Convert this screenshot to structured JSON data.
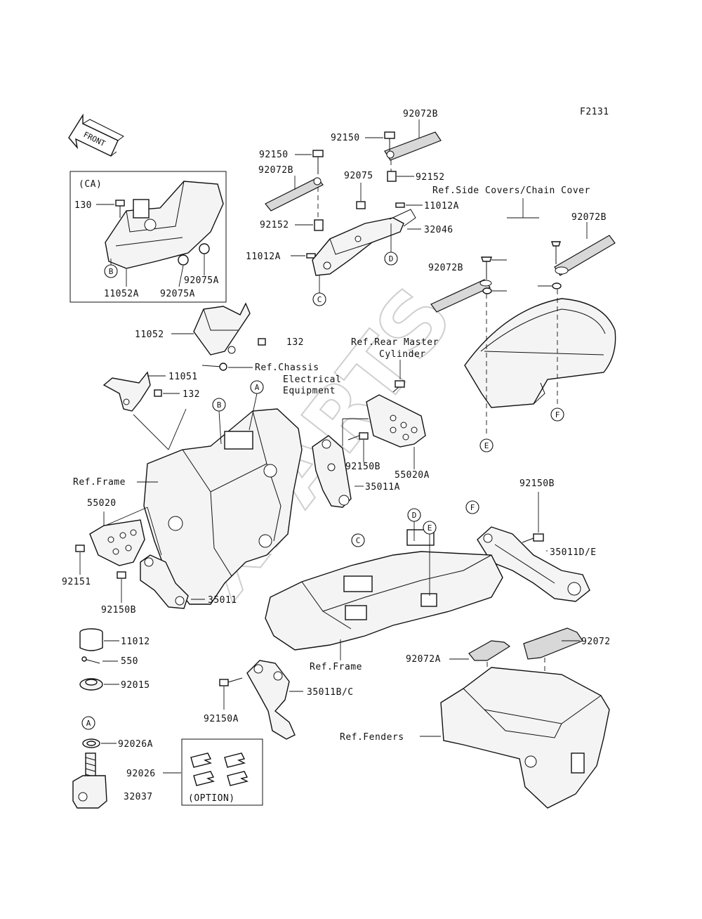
{
  "figure_id": "F2131",
  "watermark": "XPARTS",
  "front_arrow": "FRONT",
  "labels": {
    "ca": "(CA)",
    "p130": "130",
    "p11052A": "11052A",
    "p92075A_1": "92075A",
    "p92075A_2": "92075A",
    "p92150_top": "92150",
    "p92072B_top": "92072B",
    "p92150_left": "92150",
    "p92072B_left": "92072B",
    "p92075": "92075",
    "p92152_top": "92152",
    "p92152_left": "92152",
    "p11012A_left": "11012A",
    "p11012A_right": "11012A",
    "p32046": "32046",
    "ref_side_covers": "Ref.Side Covers/Chain Cover",
    "p92072B_right": "92072B",
    "p92072B_mid": "92072B",
    "p11052": "11052",
    "p132_top": "132",
    "ref_rear_master": "Ref.Rear Master",
    "cylinder": "Cylinder",
    "p11051": "11051",
    "ref_chassis": "Ref.Chassis",
    "electrical": "Electrical",
    "equipment": "Equipment",
    "p132_mid": "132",
    "ref_frame_left": "Ref.Frame",
    "p92150B_mid": "92150B",
    "p55020A": "55020A",
    "p35011A": "35011A",
    "p55020": "55020",
    "p92150B_right": "92150B",
    "p35011DE": "35011D/E",
    "p92151": "92151",
    "p92150B_left": "92150B",
    "p35011": "35011",
    "p11012": "11012",
    "p550": "550",
    "p92015": "92015",
    "ref_frame_mid": "Ref.Frame",
    "p92072A": "92072A",
    "p92072": "92072",
    "p92150A": "92150A",
    "p35011BC": "35011B/C",
    "ref_fenders": "Ref.Fenders",
    "p92026A": "92026A",
    "p92026": "92026",
    "p32037": "32037",
    "option": "(OPTION)"
  },
  "callouts": {
    "A1": "A",
    "A2": "A",
    "B1": "B",
    "B2": "B",
    "C1": "C",
    "C2": "C",
    "D1": "D",
    "D2": "D",
    "E1": "E",
    "E2": "E",
    "F1": "F",
    "F2": "F"
  }
}
